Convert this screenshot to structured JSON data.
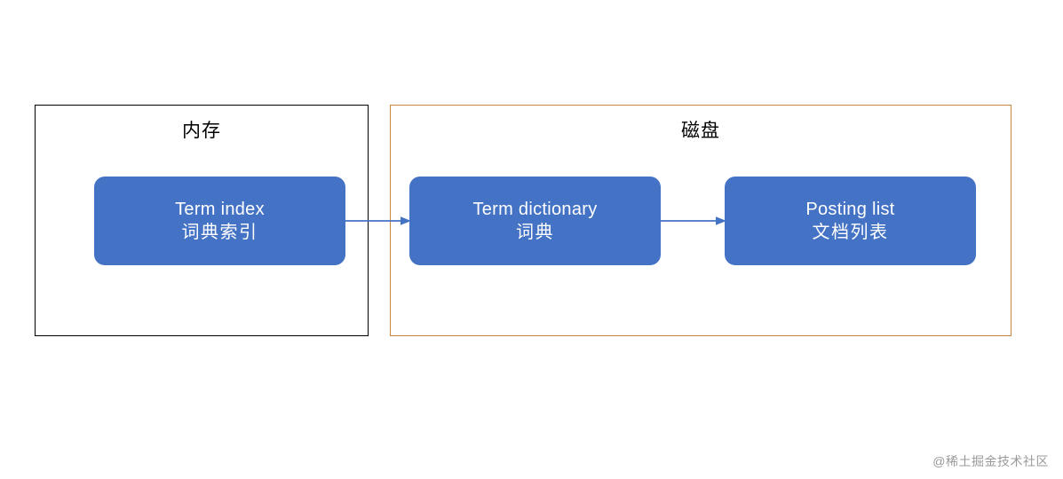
{
  "diagram": {
    "containers": [
      {
        "id": "memory",
        "title": "内存",
        "border_color": "#000000"
      },
      {
        "id": "disk",
        "title": "磁盘",
        "border_color": "#c8873b"
      }
    ],
    "nodes": [
      {
        "id": "term-index",
        "line_en": "Term index",
        "line_cn": "词典索引",
        "fill": "#4472c4"
      },
      {
        "id": "term-dictionary",
        "line_en": "Term dictionary",
        "line_cn": "词典",
        "fill": "#4472c4"
      },
      {
        "id": "posting-list",
        "line_en": "Posting list",
        "line_cn": "文档列表",
        "fill": "#4472c4"
      }
    ],
    "arrows": [
      {
        "id": "arrow-1",
        "from": "term-index",
        "to": "term-dictionary",
        "color": "#4472c4"
      },
      {
        "id": "arrow-2",
        "from": "term-dictionary",
        "to": "posting-list",
        "color": "#4472c4"
      }
    ],
    "watermark": "@稀土掘金技术社区"
  }
}
